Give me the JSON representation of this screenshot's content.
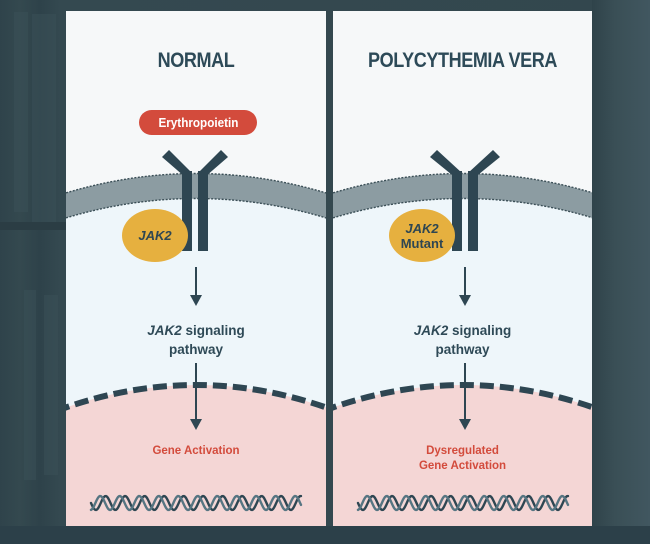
{
  "colors": {
    "title": "#2d4a58",
    "receptor": "#2e4652",
    "membrane": "#8c9ca2",
    "cytoplasm": "#eef6fa",
    "nucleus": "#f4d6d5",
    "jak2": "#e6b03f",
    "epo_pill": "#d34b3c",
    "gene_text": "#d34b3c",
    "background": "#33484f"
  },
  "panels": [
    {
      "id": "normal",
      "title": "NORMAL",
      "ligand_label": "Erythropoietin",
      "kinase_line1": "JAK2",
      "kinase_line2": "",
      "pathway_italic": "JAK2",
      "pathway_rest": " signaling",
      "pathway_line2": "pathway",
      "gene_line1": "Gene Activation",
      "gene_line2": ""
    },
    {
      "id": "polycythemia-vera",
      "title": "POLYCYTHEMIA VERA",
      "ligand_label": "",
      "kinase_line1": "JAK2",
      "kinase_line2": "Mutant",
      "pathway_italic": "JAK2",
      "pathway_rest": " signaling",
      "pathway_line2": "pathway",
      "gene_line1": "Dysregulated",
      "gene_line2": "Gene Activation"
    }
  ]
}
